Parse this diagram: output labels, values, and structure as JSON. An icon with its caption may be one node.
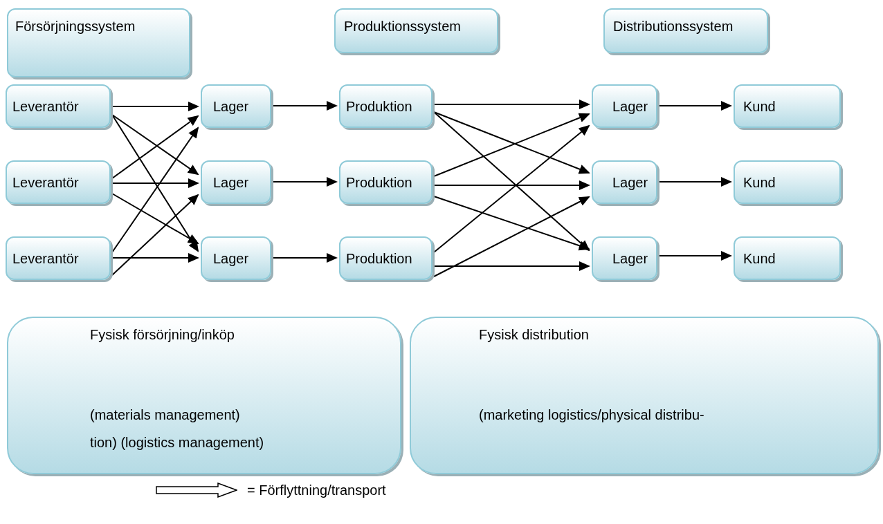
{
  "diagram": {
    "nodes": [
      {
        "text": [
          "Försörjningssystem"
        ]
      },
      {
        "text": [
          "Produktionssystem"
        ]
      },
      {
        "text": [
          "Distributionssystem"
        ]
      },
      {
        "text": [
          "Leverantör"
        ]
      },
      {
        "text": [
          "Lager"
        ]
      },
      {
        "text": [
          "Produktion"
        ]
      },
      {
        "text": [
          "Lager"
        ]
      },
      {
        "text": [
          "Kund"
        ]
      },
      {
        "text": [
          "Leverantör"
        ]
      },
      {
        "text": [
          "Lager"
        ]
      },
      {
        "text": [
          "Produktion"
        ]
      },
      {
        "text": [
          "Lager"
        ]
      },
      {
        "text": [
          "Kund"
        ]
      },
      {
        "text": [
          "Leverantör"
        ]
      },
      {
        "text": [
          "Lager"
        ]
      },
      {
        "text": [
          "Produktion"
        ]
      },
      {
        "text": [
          "Lager"
        ]
      },
      {
        "text": [
          "Kund"
        ]
      },
      {
        "text": [
          "Fysisk försörjning/inköp",
          "(materials management)",
          "tion) (logistics management)"
        ]
      },
      {
        "text": [
          "Fysisk distribution",
          "(marketing logistics/physical distribu-"
        ]
      }
    ],
    "edges": [
      {
        "from": 3,
        "to": 4,
        "arrow": "to"
      },
      {
        "from": 3,
        "to": 9,
        "arrow": "to"
      },
      {
        "from": 3,
        "to": 14,
        "arrow": "to"
      },
      {
        "from": 8,
        "to": 4,
        "arrow": "to"
      },
      {
        "from": 8,
        "to": 9,
        "arrow": "to"
      },
      {
        "from": 8,
        "to": 14,
        "arrow": "to"
      },
      {
        "from": 13,
        "to": 4,
        "arrow": "to"
      },
      {
        "from": 13,
        "to": 9,
        "arrow": "to"
      },
      {
        "from": 13,
        "to": 14,
        "arrow": "to"
      },
      {
        "from": 4,
        "to": 5,
        "arrow": "to"
      },
      {
        "from": 9,
        "to": 10,
        "arrow": "to"
      },
      {
        "from": 14,
        "to": 15,
        "arrow": "to"
      },
      {
        "from": 5,
        "to": 6,
        "arrow": "to"
      },
      {
        "from": 5,
        "to": 11,
        "arrow": "to"
      },
      {
        "from": 5,
        "to": 16,
        "arrow": "to"
      },
      {
        "from": 10,
        "to": 6,
        "arrow": "to"
      },
      {
        "from": 10,
        "to": 11,
        "arrow": "to"
      },
      {
        "from": 10,
        "to": 16,
        "arrow": "to"
      },
      {
        "from": 15,
        "to": 6,
        "arrow": "to"
      },
      {
        "from": 15,
        "to": 11,
        "arrow": "to"
      },
      {
        "from": 15,
        "to": 16,
        "arrow": "to"
      },
      {
        "from": 6,
        "to": 7,
        "arrow": "to"
      },
      {
        "from": 11,
        "to": 12,
        "arrow": "to"
      },
      {
        "from": 16,
        "to": 17,
        "arrow": "to"
      }
    ],
    "legend": [
      {
        "text": "= Förflyttning/transport"
      }
    ]
  }
}
